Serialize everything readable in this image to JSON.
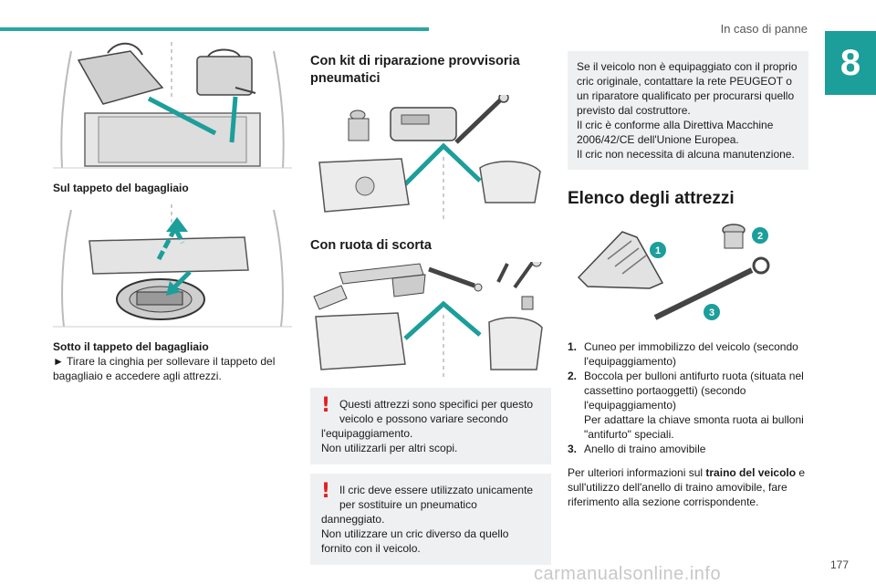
{
  "header": {
    "section_title": "In caso di panne",
    "chapter_number": "8"
  },
  "col1": {
    "caption_luggage_mat": "Sul tappeto del bagagliaio",
    "caption_under_mat": "Sotto il tappeto del bagagliaio",
    "instruction_arrow": "►",
    "instruction": "Tirare la cinghia per sollevare il tappeto del bagagliaio e accedere agli attrezzi."
  },
  "col2": {
    "heading_kit_line1": "Con kit di riparazione provvisoria",
    "heading_kit_line2": "pneumatici",
    "heading_spare": "Con ruota di scorta",
    "warning1_line1": "Questi attrezzi sono specifici per questo",
    "warning1_line2": "veicolo e possono variare secondo",
    "warning1_line3": "l'equipaggiamento.",
    "warning1_line4": "Non utilizzarli per altri scopi.",
    "warning2_line1": "Il cric deve essere utilizzato unicamente",
    "warning2_line2": "per sostituire un pneumatico",
    "warning2_line3": "danneggiato.",
    "warning2_line4": "Non utilizzare un cric diverso da quello fornito con il veicolo.",
    "warning_mark": "!"
  },
  "col3": {
    "info_line1": "Se il veicolo non è equipaggiato con il proprio cric originale, contattare la rete PEUGEOT o un riparatore qualificato per procurarsi quello previsto dal costruttore.",
    "info_line2": "Il cric è conforme alla Direttiva Macchine 2006/42/CE dell'Unione Europea.",
    "info_line3": "Il cric non necessita di alcuna manutenzione.",
    "heading_tools": "Elenco degli attrezzi",
    "callouts": [
      "1",
      "2",
      "3"
    ],
    "tools": [
      {
        "num": "1.",
        "text": "Cuneo per immobilizzo del veicolo (secondo l'equipaggiamento)"
      },
      {
        "num": "2.",
        "text": "Boccola per bulloni antifurto ruota (situata nel cassettino portaoggetti) (secondo l'equipaggiamento)"
      },
      {
        "num": "",
        "text": "Per adattare la chiave smonta ruota ai bulloni \"antifurto\" speciali."
      },
      {
        "num": "3.",
        "text": "Anello di traino amovibile"
      }
    ],
    "more_info_pre": "Per ulteriori informazioni sul ",
    "more_info_bold": "traino del veicolo",
    "more_info_post": " e sull'utilizzo dell'anello di traino amovibile, fare riferimento alla sezione corrispondente."
  },
  "footer": {
    "page_number": "177",
    "watermark": "carmanualsonline.info"
  },
  "colors": {
    "teal": "#1c9e9b",
    "warning_red": "#e2201f",
    "box_bg": "#eef0f1"
  }
}
